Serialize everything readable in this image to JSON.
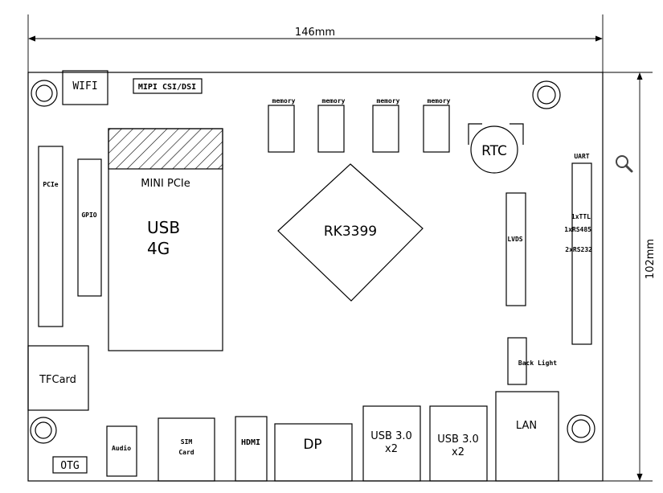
{
  "dimensions": {
    "width_label": "146mm",
    "height_label": "102mm"
  },
  "components": {
    "wifi": "WIFI",
    "mipi": "MIPI CSI/DSI",
    "memory": [
      "memory",
      "memory",
      "memory",
      "memory"
    ],
    "rtc": "RTC",
    "uart": "UART",
    "pcie": "PCIe",
    "gpio": "GPIO",
    "mini_pcie": "MINI PCIe",
    "usb4g_line1": "USB",
    "usb4g_line2": "4G",
    "soc": "RK3399",
    "lvds": "LVDS",
    "ttl": "1xTTL",
    "rs485": "1xRS485",
    "rs232": "2xRS232",
    "backlight": "Back Light",
    "tfcard": "TFCard",
    "otg": "OTG",
    "audio": "Audio",
    "sim_line1": "SIM",
    "sim_line2": "Card",
    "hdmi": "HDMI",
    "dp": "DP",
    "usb3a_line1": "USB 3.0",
    "usb3a_line2": "x2",
    "usb3b_line1": "USB 3.0",
    "usb3b_line2": "x2",
    "lan": "LAN"
  },
  "icons": {
    "zoom": "magnifier-icon"
  }
}
